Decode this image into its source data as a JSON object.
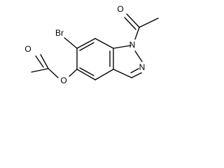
{
  "molecule": {
    "atoms": {
      "br": "Br",
      "o_ester": "O",
      "o_carbonyl_ester": "O",
      "o_carbonyl_acetyl": "O",
      "n1": "N",
      "n2": "N"
    }
  }
}
